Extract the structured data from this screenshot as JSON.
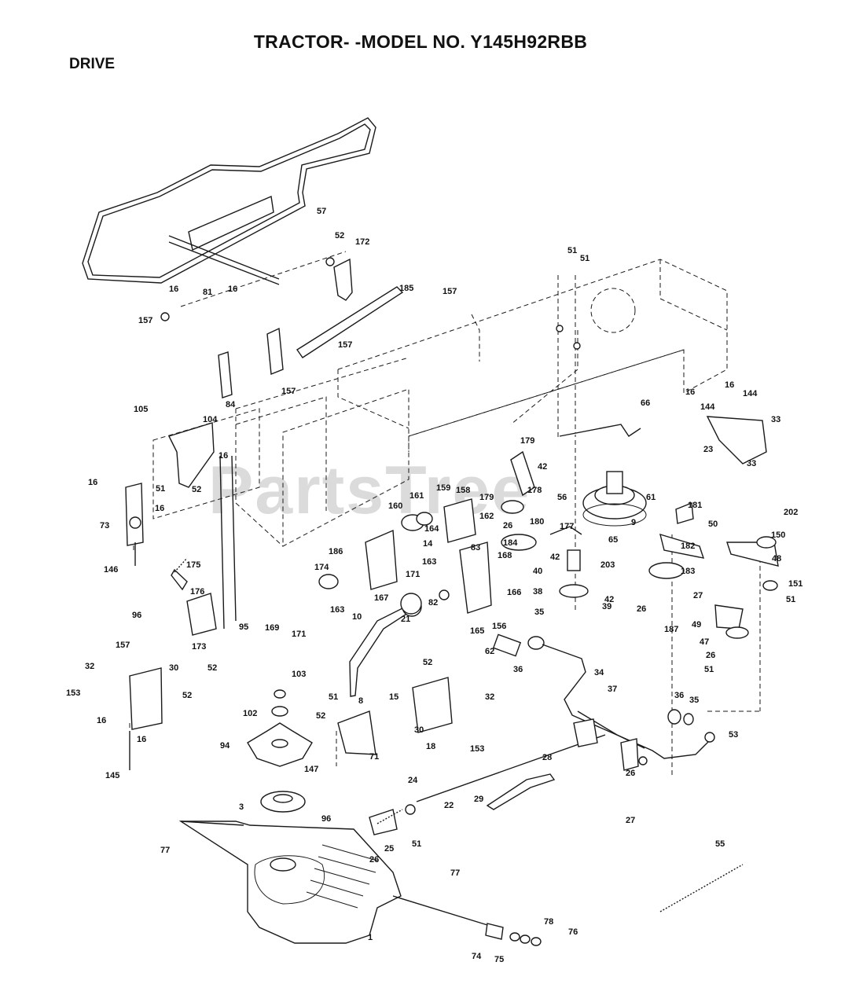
{
  "header": {
    "title": "TRACTOR- -MODEL NO. Y145H92RBB",
    "section": "DRIVE"
  },
  "watermark": "PartsTree",
  "callouts": [
    "57",
    "52",
    "172",
    "185",
    "51",
    "51",
    "16",
    "81",
    "16",
    "157",
    "157",
    "157",
    "157",
    "84",
    "105",
    "104",
    "16",
    "52",
    "16",
    "51",
    "16",
    "73",
    "146",
    "175",
    "176",
    "96",
    "157",
    "173",
    "95",
    "52",
    "32",
    "30",
    "153",
    "52",
    "16",
    "16",
    "145",
    "103",
    "102",
    "94",
    "3",
    "77",
    "96",
    "26",
    "25",
    "51",
    "24",
    "22",
    "29",
    "28",
    "26",
    "27",
    "53",
    "36",
    "35",
    "55",
    "77",
    "1",
    "74",
    "75",
    "78",
    "76",
    "8",
    "10",
    "21",
    "171",
    "169",
    "163",
    "174",
    "186",
    "167",
    "171",
    "160",
    "161",
    "159",
    "158",
    "162",
    "164",
    "14",
    "163",
    "83",
    "168",
    "166",
    "165",
    "156",
    "82",
    "179",
    "178",
    "179",
    "180",
    "26",
    "184",
    "177",
    "42",
    "56",
    "40",
    "42",
    "38",
    "42",
    "39",
    "66",
    "9",
    "61",
    "65",
    "203",
    "181",
    "182",
    "183",
    "26",
    "187",
    "50",
    "202",
    "150",
    "48",
    "27",
    "151",
    "51",
    "49",
    "47",
    "26",
    "51",
    "16",
    "16",
    "144",
    "144",
    "33",
    "23",
    "33",
    "62",
    "35",
    "36",
    "34",
    "37",
    "52",
    "15",
    "30",
    "32",
    "153",
    "51",
    "52",
    "71",
    "18",
    "147"
  ],
  "colors": {
    "ink": "#1a1a1a",
    "watermark": "#cfcfcf"
  }
}
